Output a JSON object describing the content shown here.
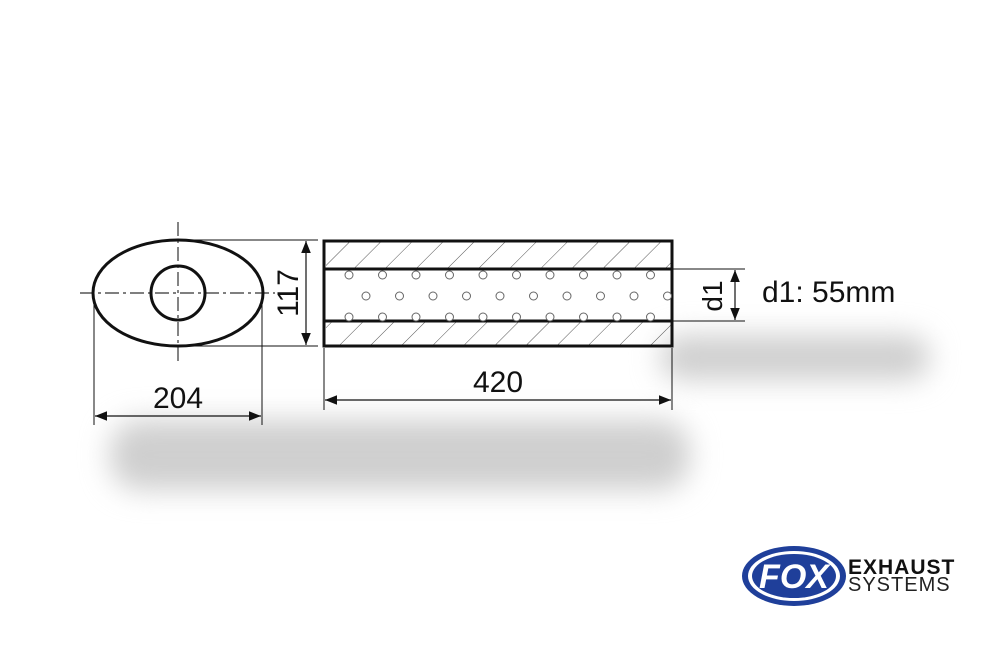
{
  "diagram": {
    "width_label": "204",
    "height_label": "117",
    "length_label": "420",
    "d1_marker": "d1",
    "d1_spec": "d1: 55mm"
  },
  "logo": {
    "wordmark": "FOX",
    "line1": "EXHAUST",
    "line2": "SYSTEMS",
    "brand_color": "#1f3f9a"
  }
}
